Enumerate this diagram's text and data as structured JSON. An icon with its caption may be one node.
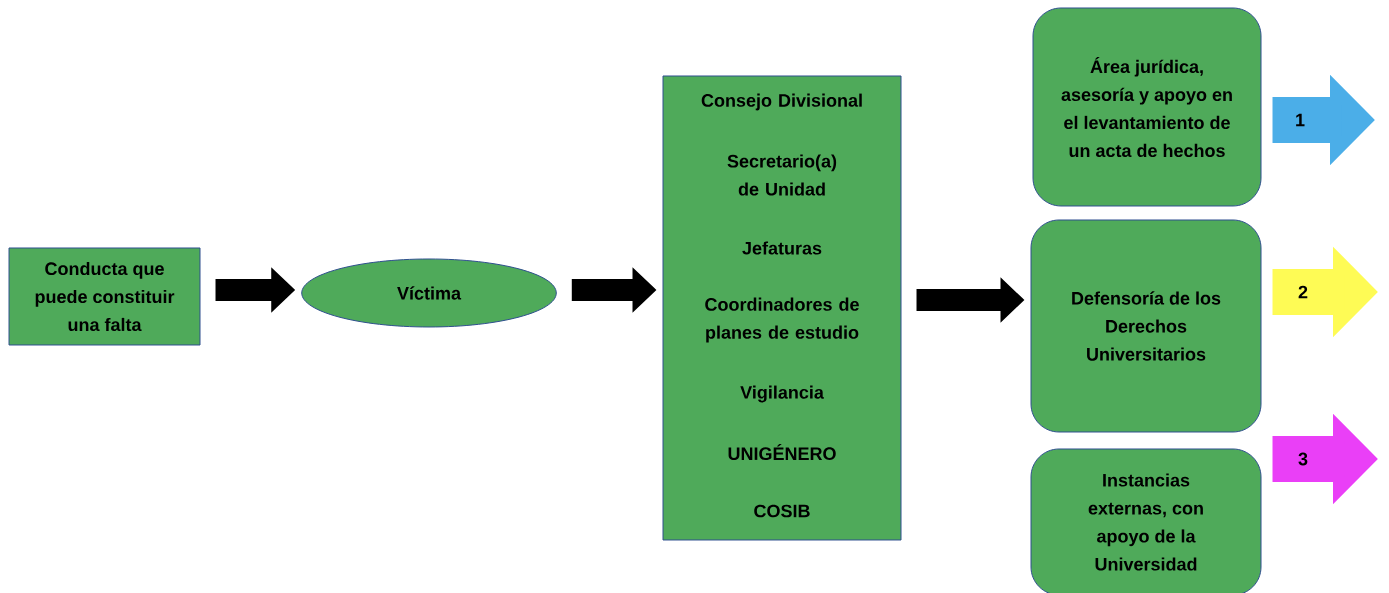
{
  "diagram": {
    "nodes": [
      {
        "text": [
          "Conducta que puede constituir una falta"
        ]
      },
      {
        "text": [
          "Víctima"
        ]
      },
      {
        "text": [
          "Consejo Divisional",
          "Secretario(a) de Unidad",
          "Jefaturas",
          "Coordinadores de planes de estudio",
          "Vigilancia",
          "UNIGÉNERO",
          "COSIB"
        ]
      },
      {
        "text": [
          "Área jurídica, asesoría y apoyo en el levantamiento de un acta de hechos"
        ]
      },
      {
        "text": [
          "Defensoría de los Derechos Universitarios"
        ]
      },
      {
        "text": [
          "Instancias externas, con apoyo de la Universidad"
        ]
      }
    ],
    "edges": [
      {
        "from": 0,
        "to": 1,
        "arrow": "to"
      },
      {
        "from": 1,
        "to": 2,
        "arrow": "to"
      },
      {
        "from": 2,
        "to": 4,
        "arrow": "to"
      },
      {
        "from": 3,
        "to": null,
        "arrow": "to",
        "label": "1",
        "style": "thick",
        "color": "#4baee8"
      },
      {
        "from": 4,
        "to": null,
        "arrow": "to",
        "label": "2",
        "style": "thick",
        "color": "#fefb55"
      },
      {
        "from": 5,
        "to": null,
        "arrow": "to",
        "label": "3",
        "style": "thick",
        "color": "#ea3ff7"
      }
    ]
  }
}
